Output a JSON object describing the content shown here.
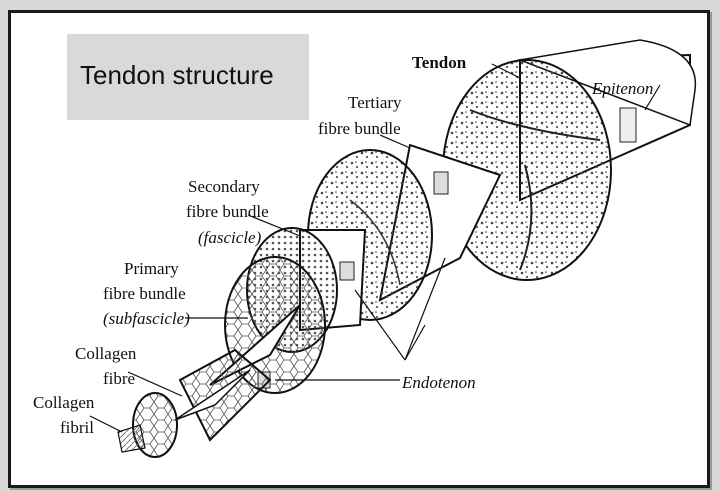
{
  "title": "Tendon structure",
  "labels": {
    "tendon": "Tendon",
    "epitenon": "Epitenon",
    "tertiary_line1": "Tertiary",
    "tertiary_line2": "fibre bundle",
    "secondary_line1": "Secondary",
    "secondary_line2": "fibre bundle",
    "secondary_line3": "(fascicle)",
    "primary_line1": "Primary",
    "primary_line2": "fibre bundle",
    "primary_line3": "(subfascicle)",
    "collagen_fibre_line1": "Collagen",
    "collagen_fibre_line2": "fibre",
    "collagen_fibril_line1": "Collagen",
    "collagen_fibril_line2": "fibril",
    "endotenon": "Endotenon"
  },
  "colors": {
    "frame_border": "#1a1a1a",
    "title_background": "#d9d9d9",
    "drawing_fill": "#ffffff",
    "ink": "#111111"
  }
}
